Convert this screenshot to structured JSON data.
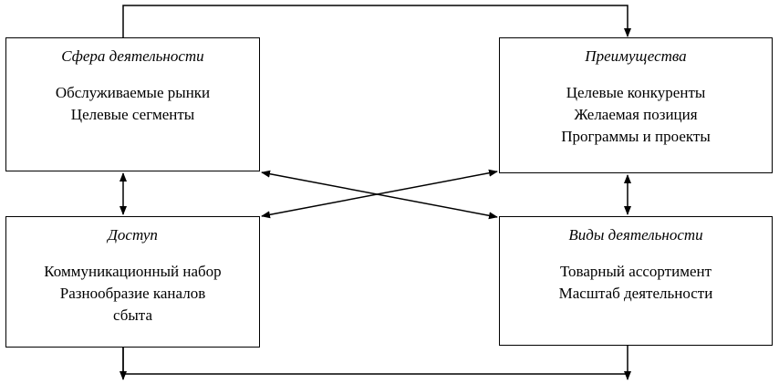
{
  "boxes": {
    "scope": {
      "title": "Сфера деятельности",
      "lines": [
        "Обслуживаемые рынки",
        "Целевые сегменты"
      ]
    },
    "advantages": {
      "title": "Преимущества",
      "lines": [
        "Целевые конкуренты",
        "Желаемая позиция",
        "Программы и проекты"
      ]
    },
    "access": {
      "title": "Доступ",
      "lines": [
        "Коммуникационный набор",
        "Разнообразие каналов",
        "сбыта"
      ]
    },
    "activity_types": {
      "title": "Виды деятельности",
      "lines": [
        "Товарный ассортимент",
        "Масштаб деятельности"
      ]
    }
  },
  "colors": {
    "stroke": "#000000",
    "background": "#ffffff"
  }
}
